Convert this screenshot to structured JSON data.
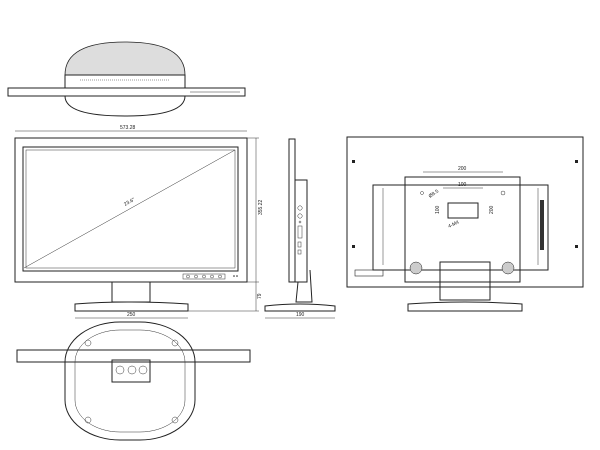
{
  "front_view": {
    "width_label": "573.28",
    "height_label": "355.22",
    "diagonal_label": "23.6\"",
    "stand_height_label": "79",
    "base_width_label": "250"
  },
  "side_view": {
    "depth_label": "190"
  },
  "back_view": {
    "outer_hole_label": "200",
    "inner_hole_label": "100",
    "left_vertical_label": "100",
    "right_vertical_label": "200",
    "screw_label": "4-M4",
    "hole_diameter_label": "Ø8.5"
  }
}
